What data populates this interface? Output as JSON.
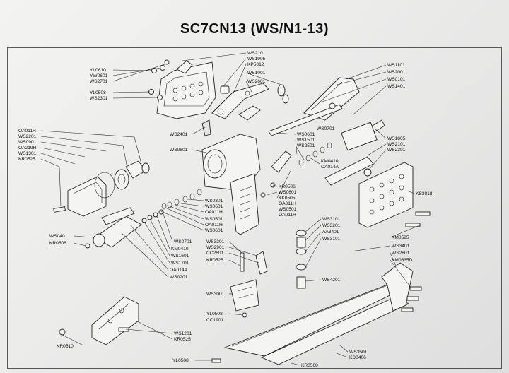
{
  "title": "SC7CN13 (WS/N1-13)",
  "labels_left": {
    "yl0610": "YL0610",
    "yw0601": "YW0601",
    "ws2701": "WS2701",
    "yl0508_top": "YL0508",
    "ws2301": "WS2301",
    "oa011h_left": "OA011H",
    "ws2201": "WS2201",
    "ws0901": "WS0901",
    "oa219h": "OA219H",
    "ws1301": "WS1301",
    "kr0525_left": "KR0525",
    "ws0401": "WS0401",
    "kr0506_left": "KR0506",
    "ws2401": "WS2401",
    "ws0801": "WS0801",
    "kr0510": "KR0510",
    "yl0508_bottom": "YL0508"
  },
  "labels_center": {
    "ws2101_top": "WS2101",
    "ws1905": "WS1905",
    "kp5012": "KP5012",
    "ws1001": "WS1001",
    "ws2601": "WS2601",
    "ws0601_a": "WS0601",
    "ws1501": "WS1501",
    "ws2501": "WS2501",
    "ws0701_top": "WS0701",
    "km0410_mid": "KM0410",
    "oa014a_mid": "OA014A",
    "kr0506_mid": "KR0506",
    "ws0601_b": "WS0601",
    "kk0505": "KK0505",
    "oa011h_mid": "OA011H",
    "ws0501_mid": "WS0501",
    "oa011h_mid2": "OA011H",
    "ws0301": "WS0301",
    "ws0601_c": "WS0601",
    "oa011h_c": "OA011H",
    "ws0501_c": "WS0501",
    "oa011h_c2": "OA011H",
    "ws0601_d": "WS0601",
    "ws0701_bottom": "WS0701",
    "km0410_bottom": "KM0410",
    "ws1601": "WS1601",
    "ws1701": "WS1701",
    "oa014a_bottom": "OA014A",
    "ws0201": "WS0201",
    "ws3301": "WS3301",
    "ws2901": "WS2901",
    "cc2601": "CC2601",
    "kr0525_mid": "KR0525",
    "ws3001": "WS3001",
    "yl0508_mid": "YL0508",
    "cc1901": "CC1901",
    "ws1201": "WS1201",
    "kr0525_bottom": "KR0525",
    "ws3101": "WS3101",
    "ws3201": "WS3201",
    "aa3401": "AA3401",
    "ws3101_b": "WS3101",
    "ws4201": "WS4201",
    "ws3501": "WS3501",
    "kd0406": "KD0406",
    "kr0508": "KR0508"
  },
  "labels_right": {
    "ws1101": "WS1101",
    "ws2001": "WS2001",
    "ws0101": "WS0101",
    "ws1401": "WS1401",
    "ws1805": "WS1805",
    "ws2101_r": "WS2101",
    "ws2301_r": "WS2301",
    "ks3018": "KS3018",
    "km0525": "KM0525",
    "ws3401": "WS3401",
    "ws2801": "WS2801",
    "km0635d": "KM0635D"
  }
}
